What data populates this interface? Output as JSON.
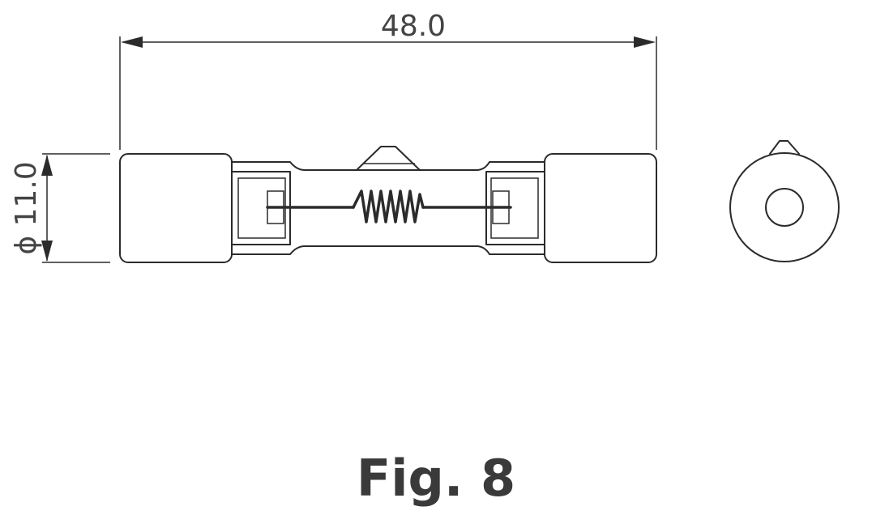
{
  "dimensions": {
    "length_label": "48.0",
    "diameter_label": "ϕ 11.0"
  },
  "caption": "Fig. 8"
}
